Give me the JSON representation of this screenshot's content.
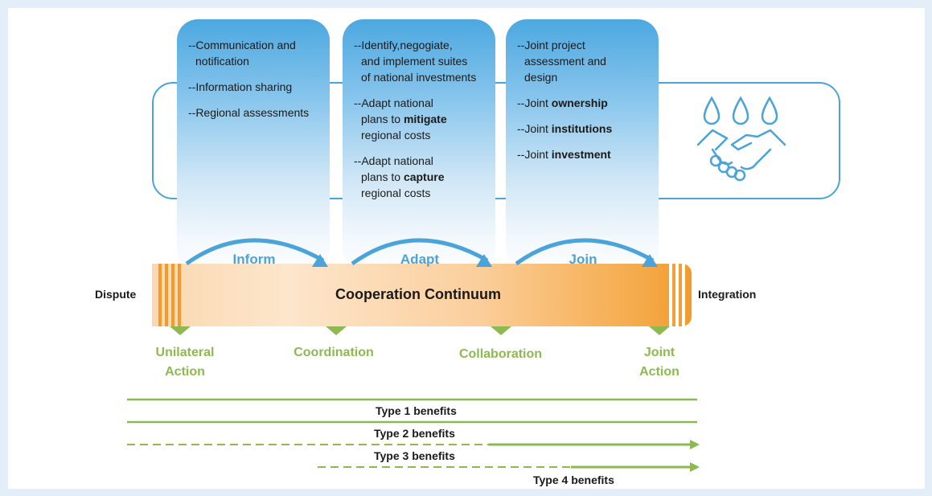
{
  "columns": [
    {
      "id": "inform",
      "items": [
        {
          "lead": "--Communication and",
          "cont": "notification"
        },
        {
          "lead": "--Information sharing"
        },
        {
          "lead": "--Regional assessments"
        }
      ],
      "label": "Inform"
    },
    {
      "id": "adapt",
      "items": [
        {
          "lead": "--Identify,negogiate,",
          "cont": "and implement suites",
          "cont2": "of national investments"
        },
        {
          "lead": "--Adapt national",
          "cont_pre": "plans to ",
          "cont_bold": "mitigate",
          "cont2": "regional costs"
        },
        {
          "lead": "--Adapt national",
          "cont_pre": "plans to ",
          "cont_bold": "capture",
          "cont2": "regional costs"
        }
      ],
      "label": "Adapt"
    },
    {
      "id": "join",
      "items": [
        {
          "lead": "--Joint project",
          "cont": "assessment and",
          "cont2": "design"
        },
        {
          "pre": "--Joint ",
          "bold": "ownership"
        },
        {
          "pre": "--Joint ",
          "bold": "institutions"
        },
        {
          "pre": "--Joint ",
          "bold": "investment"
        }
      ],
      "label": "Join"
    }
  ],
  "continuum": {
    "title": "Cooperation Continuum",
    "left_end": "Dispute",
    "right_end": "Integration"
  },
  "stages": [
    {
      "line1": "Unilateral",
      "line2": "Action"
    },
    {
      "line1": "Coordination"
    },
    {
      "line1": "Collaboration"
    },
    {
      "line1": "Joint",
      "line2": "Action"
    }
  ],
  "benefits": [
    "Type 1 benefits",
    "Type 2 benefits",
    "Type 3 benefits",
    "Type 4 benefits"
  ],
  "colors": {
    "blue": "#4aa3d9",
    "orange": "#f39a2d",
    "green": "#8dba50",
    "text": "#1a1a1a"
  },
  "icons": [
    "water-drops-icon",
    "handshake-icon"
  ]
}
